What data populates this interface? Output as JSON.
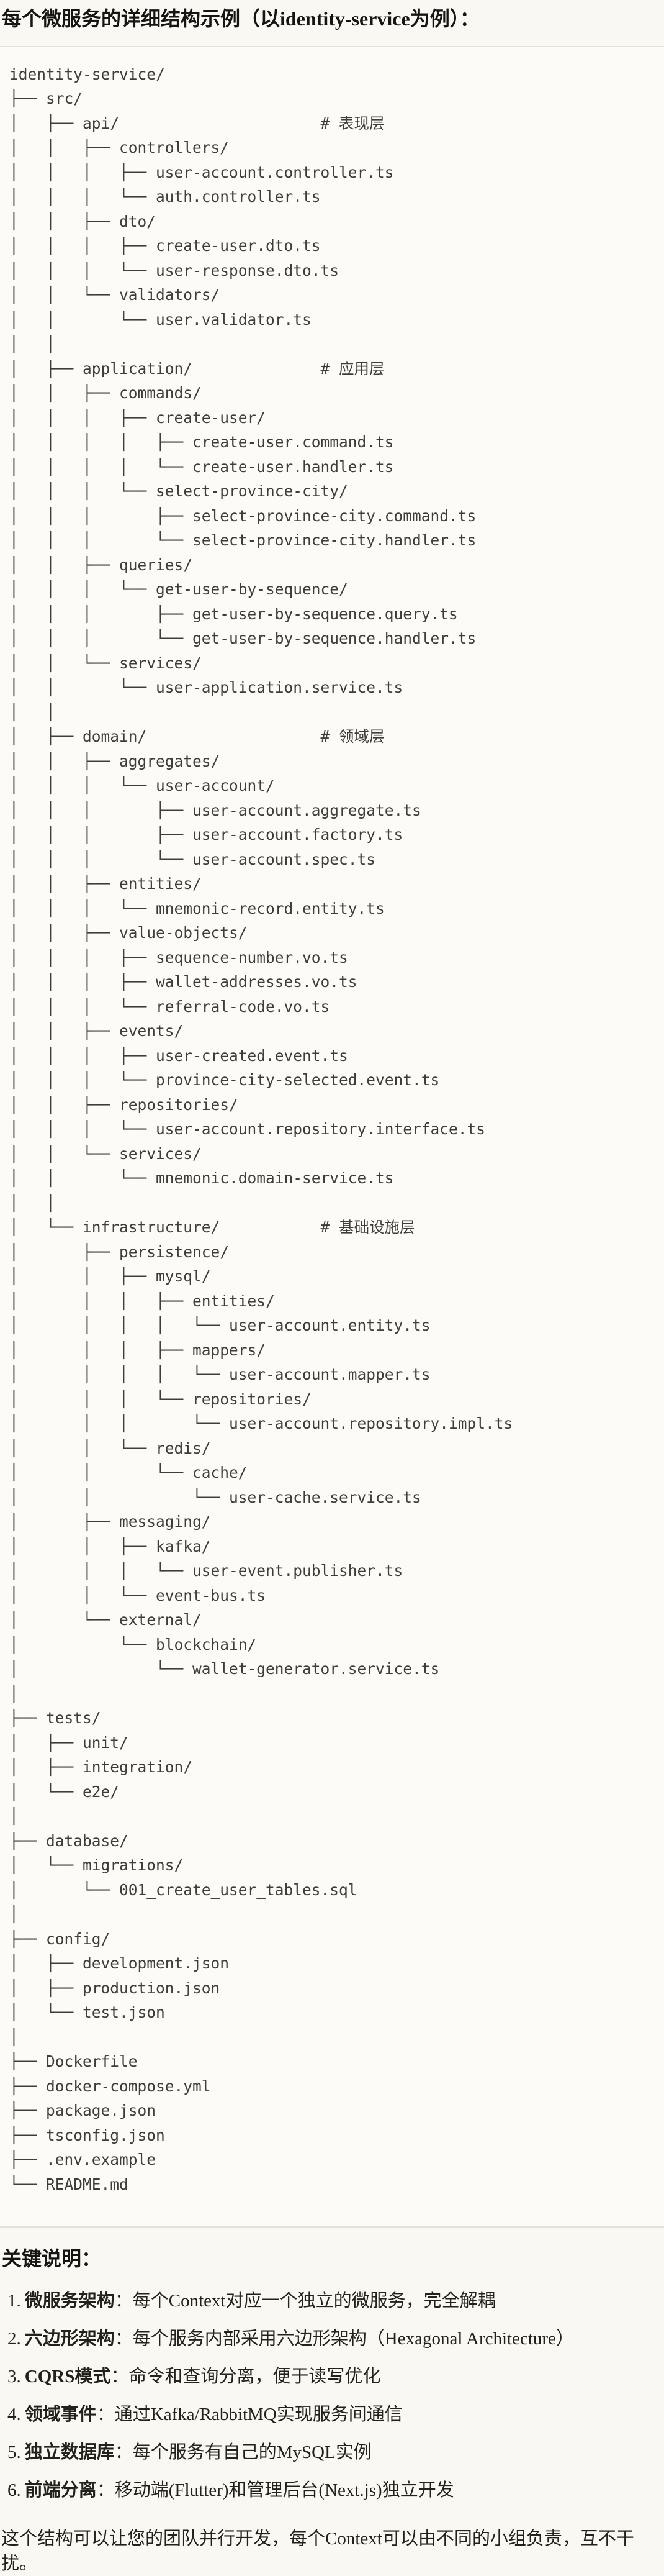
{
  "title": "每个微服务的详细结构示例（以identity-service为例）：",
  "code_block": {
    "language": "plaintext",
    "lines": [
      "identity-service/",
      "├── src/",
      "│   ├── api/                      # 表现层",
      "│   │   ├── controllers/",
      "│   │   │   ├── user-account.controller.ts",
      "│   │   │   └── auth.controller.ts",
      "│   │   ├── dto/",
      "│   │   │   ├── create-user.dto.ts",
      "│   │   │   └── user-response.dto.ts",
      "│   │   └── validators/",
      "│   │       └── user.validator.ts",
      "│   │",
      "│   ├── application/              # 应用层",
      "│   │   ├── commands/",
      "│   │   │   ├── create-user/",
      "│   │   │   │   ├── create-user.command.ts",
      "│   │   │   │   └── create-user.handler.ts",
      "│   │   │   └── select-province-city/",
      "│   │   │       ├── select-province-city.command.ts",
      "│   │   │       └── select-province-city.handler.ts",
      "│   │   ├── queries/",
      "│   │   │   └── get-user-by-sequence/",
      "│   │   │       ├── get-user-by-sequence.query.ts",
      "│   │   │       └── get-user-by-sequence.handler.ts",
      "│   │   └── services/",
      "│   │       └── user-application.service.ts",
      "│   │",
      "│   ├── domain/                   # 领域层",
      "│   │   ├── aggregates/",
      "│   │   │   └── user-account/",
      "│   │   │       ├── user-account.aggregate.ts",
      "│   │   │       ├── user-account.factory.ts",
      "│   │   │       └── user-account.spec.ts",
      "│   │   ├── entities/",
      "│   │   │   └── mnemonic-record.entity.ts",
      "│   │   ├── value-objects/",
      "│   │   │   ├── sequence-number.vo.ts",
      "│   │   │   ├── wallet-addresses.vo.ts",
      "│   │   │   └── referral-code.vo.ts",
      "│   │   ├── events/",
      "│   │   │   ├── user-created.event.ts",
      "│   │   │   └── province-city-selected.event.ts",
      "│   │   ├── repositories/",
      "│   │   │   └── user-account.repository.interface.ts",
      "│   │   └── services/",
      "│   │       └── mnemonic.domain-service.ts",
      "│   │",
      "│   └── infrastructure/           # 基础设施层",
      "│       ├── persistence/",
      "│       │   ├── mysql/",
      "│       │   │   ├── entities/",
      "│       │   │   │   └── user-account.entity.ts",
      "│       │   │   ├── mappers/",
      "│       │   │   │   └── user-account.mapper.ts",
      "│       │   │   └── repositories/",
      "│       │   │       └── user-account.repository.impl.ts",
      "│       │   └── redis/",
      "│       │       └── cache/",
      "│       │           └── user-cache.service.ts",
      "│       ├── messaging/",
      "│       │   ├── kafka/",
      "│       │   │   └── user-event.publisher.ts",
      "│       │   └── event-bus.ts",
      "│       └── external/",
      "│           └── blockchain/",
      "│               └── wallet-generator.service.ts",
      "│",
      "├── tests/",
      "│   ├── unit/",
      "│   ├── integration/",
      "│   └── e2e/",
      "│",
      "├── database/",
      "│   └── migrations/",
      "│       └── 001_create_user_tables.sql",
      "│",
      "├── config/",
      "│   ├── development.json",
      "│   ├── production.json",
      "│   └── test.json",
      "│",
      "├── Dockerfile",
      "├── docker-compose.yml",
      "├── package.json",
      "├── tsconfig.json",
      "├── .env.example",
      "└── README.md"
    ]
  },
  "notes": {
    "heading": "关键说明：",
    "items": [
      {
        "num": "1.",
        "label": "微服务架构",
        "text": "：每个Context对应一个独立的微服务，完全解耦"
      },
      {
        "num": "2.",
        "label": "六边形架构",
        "text": "：每个服务内部采用六边形架构（Hexagonal Architecture）"
      },
      {
        "num": "3.",
        "label": "CQRS模式",
        "text": "：命令和查询分离，便于读写优化"
      },
      {
        "num": "4.",
        "label": "领域事件",
        "text": "：通过Kafka/RabbitMQ实现服务间通信"
      },
      {
        "num": "5.",
        "label": "独立数据库",
        "text": "：每个服务有自己的MySQL实例"
      },
      {
        "num": "6.",
        "label": "前端分离",
        "text": "：移动端(Flutter)和管理后台(Next.js)独立开发"
      }
    ],
    "footer": "这个结构可以让您的团队并行开发，每个Context可以由不同的小组负责，互不干扰。"
  }
}
